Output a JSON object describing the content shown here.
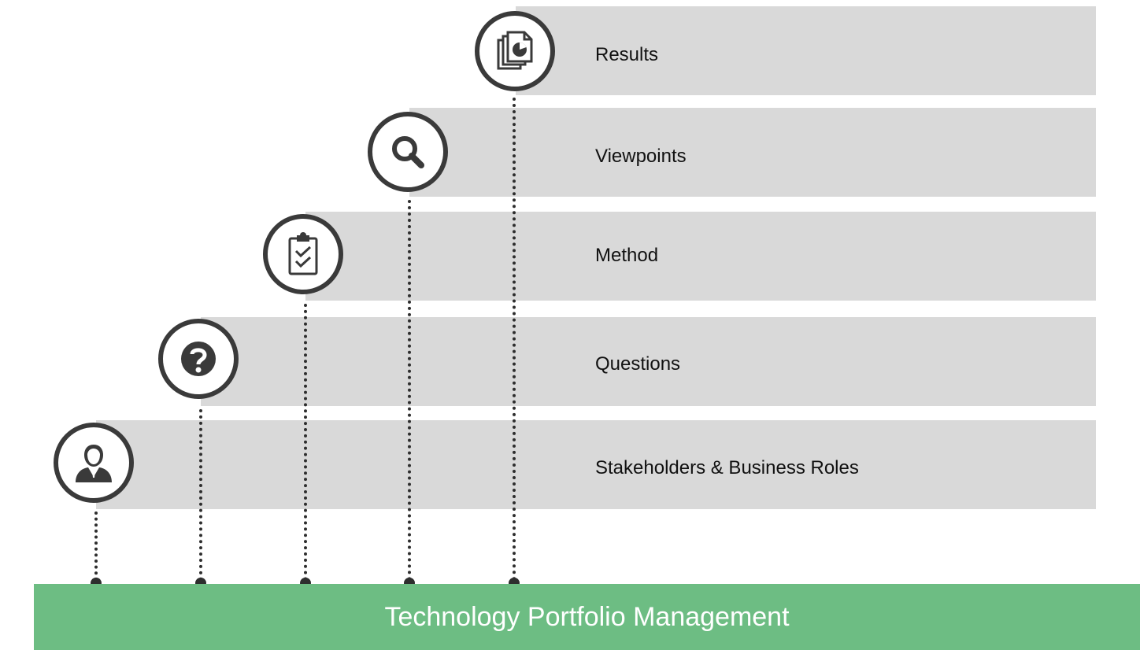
{
  "colors": {
    "band": "#d9d9d9",
    "badge_border": "#3a3a3a",
    "icon": "#3a3a3a",
    "connector": "#2e2e2e",
    "base": "#6dbd83",
    "base_text": "#ffffff"
  },
  "steps": [
    {
      "label": "Stakeholders & Business Roles",
      "icon": "person-icon"
    },
    {
      "label": "Questions",
      "icon": "question-icon"
    },
    {
      "label": "Method",
      "icon": "clipboard-check-icon"
    },
    {
      "label": "Viewpoints",
      "icon": "magnifier-icon"
    },
    {
      "label": "Results",
      "icon": "report-pie-icon"
    }
  ],
  "base": {
    "label": "Technology Portfolio Management"
  }
}
